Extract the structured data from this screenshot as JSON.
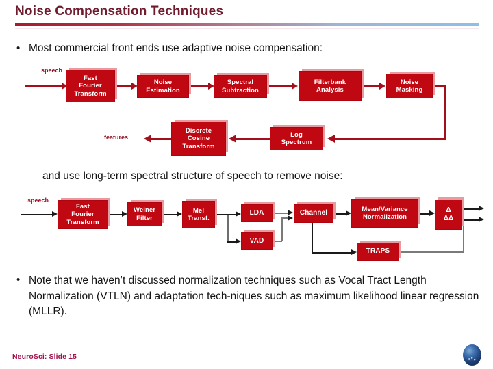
{
  "slide": {
    "title": "Noise Compensation Techniques",
    "footer_label": "NeuroSci: Slide 15",
    "logo_name": "blue-sphere-logo"
  },
  "bullets": [
    {
      "marker": "•",
      "text": "Most commercial front ends use adaptive noise compensation:"
    },
    {
      "marker": "",
      "text": "and use long-term spectral structure of speech to remove noise:"
    },
    {
      "marker": "•",
      "text": "Note that we haven’t discussed normalization techniques such as Vocal Tract Length Normalization (VTLN) and adaptation tech-niques such as maximum likelihood linear regression (MLLR)."
    }
  ],
  "diagram1": {
    "name": "adaptive-noise-compensation-pipeline",
    "input_label": "speech",
    "output_label": "features",
    "nodes": [
      {
        "id": "fft",
        "lines": [
          "Fast",
          "Fourier",
          "Transform"
        ]
      },
      {
        "id": "noise-est",
        "lines": [
          "Noise",
          "Estimation"
        ]
      },
      {
        "id": "spec-sub",
        "lines": [
          "Spectral",
          "Subtraction"
        ]
      },
      {
        "id": "filterbank",
        "lines": [
          "Filterbank",
          "Analysis"
        ]
      },
      {
        "id": "noise-mask",
        "lines": [
          "Noise",
          "Masking"
        ]
      },
      {
        "id": "log-spec",
        "lines": [
          "Log",
          "Spectrum"
        ]
      },
      {
        "id": "dct",
        "lines": [
          "Discrete",
          "Cosine",
          "Transform"
        ]
      }
    ]
  },
  "diagram2": {
    "name": "long-term-spectral-structure-pipeline",
    "input_label": "speech",
    "nodes": [
      {
        "id": "fft2",
        "lines": [
          "Fast",
          "Fourier",
          "Transform"
        ]
      },
      {
        "id": "weiner",
        "lines": [
          "Weiner",
          "Filter"
        ]
      },
      {
        "id": "mel",
        "lines": [
          "Mel",
          "Transf."
        ]
      },
      {
        "id": "lda",
        "lines": [
          "LDA"
        ]
      },
      {
        "id": "vad",
        "lines": [
          "VAD"
        ]
      },
      {
        "id": "channel",
        "lines": [
          "Channel"
        ]
      },
      {
        "id": "mvn",
        "lines": [
          "Mean/Variance",
          "Normalization"
        ]
      },
      {
        "id": "delta",
        "lines": [
          "Δ",
          "ΔΔ"
        ]
      },
      {
        "id": "traps",
        "lines": [
          "TRAPS"
        ]
      }
    ]
  },
  "colors": {
    "title": "#6E1B2E",
    "node_fill": "#C00812",
    "node_shadow": "#E79AA0",
    "arrow_red": "#A3101C",
    "arrow_black": "#1A1A1A",
    "footer": "#A3104A",
    "rule_start": "#A81A30",
    "rule_end": "#8CC0E8"
  }
}
